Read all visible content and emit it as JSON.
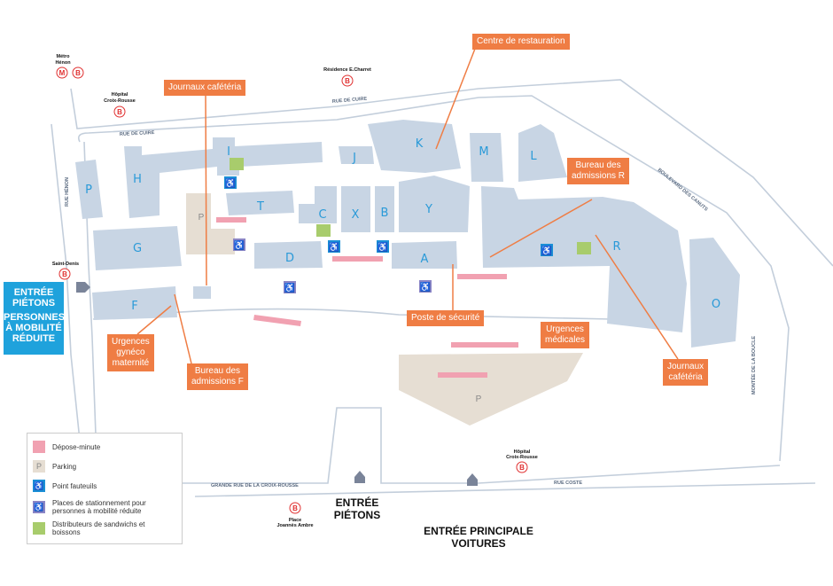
{
  "buildings": [
    "P",
    "H",
    "I",
    "J",
    "K",
    "M",
    "L",
    "G",
    "T",
    "C",
    "X",
    "B",
    "Y",
    "F",
    "D",
    "A",
    "R",
    "O"
  ],
  "parking_label": "P",
  "streets": {
    "rue_de_cuire": "RUE DE CUIRE",
    "rue_henon": "RUE HÉNON",
    "boulevard": "BOULEVARD DES CANUTS",
    "montee": "MONTÉE DE LA BOUCLE",
    "grande_rue": "GRANDE RUE DE LA CROIX-ROUSSE",
    "rue_coste": "RUE COSTE"
  },
  "stops": {
    "metro_henon": {
      "name1": "Métro",
      "name2": "Hénon",
      "m": "M",
      "b": "B"
    },
    "hopital_top": {
      "name1": "Hôpital",
      "name2": "Croix-Rousse",
      "b": "B"
    },
    "residence": {
      "name": "Résidence E.Charret",
      "b": "B"
    },
    "saint_denis": {
      "name": "Saint-Denis",
      "b": "B"
    },
    "hopital_bottom": {
      "name1": "Hôpital",
      "name2": "Croix-Rousse",
      "b": "B"
    },
    "place": {
      "name1": "Place",
      "name2": "Joannès Ambre",
      "b": "B"
    }
  },
  "callouts": {
    "journaux_left": "Journaux cafétéria",
    "restauration": "Centre de restauration",
    "bureau_r_1": "Bureau des",
    "bureau_r_2": "admissions R",
    "poste": "Poste de sécurité",
    "urgences_med_1": "Urgences",
    "urgences_med_2": "médicales",
    "journaux_right_1": "Journaux",
    "journaux_right_2": "cafétéria",
    "urgences_gyn_1": "Urgences",
    "urgences_gyn_2": "gynéco",
    "urgences_gyn_3": "maternité",
    "bureau_f_1": "Bureau des",
    "bureau_f_2": "admissions F"
  },
  "entries": {
    "pmr": [
      "ENTRÉE",
      "PIÉTONS",
      "PERSONNES",
      "À MOBILITÉ",
      "RÉDUITE"
    ],
    "pietons": [
      "ENTRÉE",
      "PIÉTONS"
    ],
    "voitures": [
      "ENTRÉE PRINCIPALE",
      "VOITURES"
    ]
  },
  "legend": {
    "items": [
      {
        "label": "Dépose-minute",
        "color": "#f1a1b1"
      },
      {
        "label": "Parking",
        "color": "#e6ded3",
        "symbol": "P"
      },
      {
        "label": "Point fauteuils",
        "color": "#1a8fd6"
      },
      {
        "label": "Places de stationnement pour personnes à mobilité réduite",
        "color": "#8a85c6"
      },
      {
        "label": "Distributeurs de sandwichs et boissons",
        "color": "#a8cc6c"
      }
    ]
  },
  "colors": {
    "building": "#c8d5e4",
    "label": "#2a9ad8",
    "callout": "#ef7d44",
    "depose": "#f1a1b1",
    "parking": "#e6ded3"
  }
}
